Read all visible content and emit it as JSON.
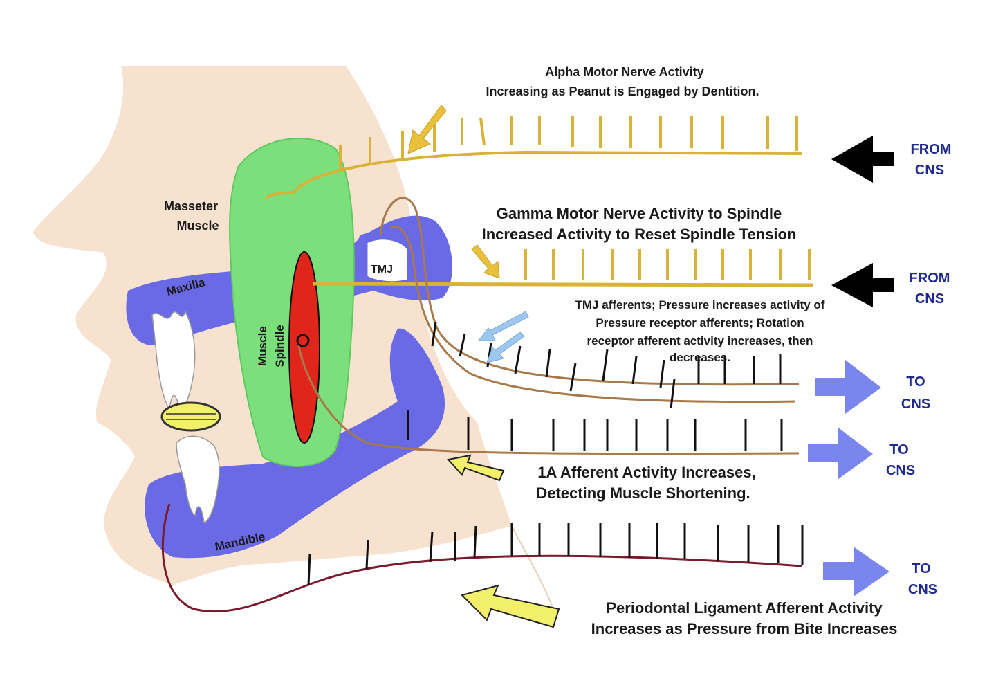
{
  "labels": {
    "alpha_line1": "Alpha Motor Nerve Activity",
    "alpha_line2": "Increasing as Peanut is Engaged by Dentition.",
    "gamma_line1": "Gamma Motor Nerve Activity to Spindle",
    "gamma_line2": "Increased Activity to Reset Spindle Tension",
    "tmj_line1": "TMJ afferents; Pressure increases activity of",
    "tmj_line2": "Pressure receptor afferents;   Rotation",
    "tmj_line3": "receptor afferent activity increases, then",
    "tmj_line4": "decreases.",
    "ia_line1": "1A Afferent Activity Increases,",
    "ia_line2": "Detecting Muscle Shortening.",
    "pdl_line1": "Periodontal Ligament Afferent Activity",
    "pdl_line2": "Increases as Pressure from Bite Increases",
    "masseter_line1": "Masseter",
    "masseter_line2": "Muscle",
    "maxilla": "Maxilla",
    "mandible": "Mandible",
    "tmj": "TMJ",
    "spindle_line1": "Muscle",
    "spindle_line2": "Spindle"
  },
  "cns_tags": {
    "from_alpha": [
      "FROM",
      "CNS"
    ],
    "from_gamma": [
      "FROM",
      "CNS"
    ],
    "to_tmj": [
      "TO",
      "CNS"
    ],
    "to_ia": [
      "TO",
      "CNS"
    ],
    "to_pdl": [
      "TO",
      "CNS"
    ]
  },
  "colors": {
    "skin": "#f6e2cf",
    "muscle": "#7be07b",
    "spindle": "#e0261b",
    "bone": "#6a6ae6",
    "motor_nerve": "#d9b23a",
    "afferent_nerve": "#a87a4a",
    "pdl_nerve": "#7a1a2a",
    "arrow_black": "#000000",
    "arrow_blue": "#7a86ee",
    "arrow_yellow": "#f2f06a"
  }
}
